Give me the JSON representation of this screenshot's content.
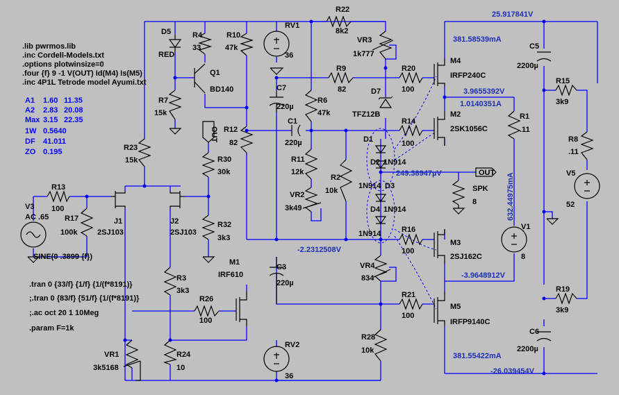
{
  "directives": [
    ".lib pwrmos.lib",
    ".inc Cordell-Models.txt",
    ".options plotwinsize=0",
    ".four {f} 9 -1 V(OUT) Id(M4) Is(M5)",
    ".inc 4P1L Tetrode model Ayumi.txt"
  ],
  "results": [
    {
      "label": "A1",
      "v1": "1.60",
      "v2": "11.35"
    },
    {
      "label": "A2",
      "v1": "2.83",
      "v2": "20.08"
    },
    {
      "label": "Max",
      "v1": "3.15",
      "v2": "22.35"
    }
  ],
  "metrics": [
    {
      "label": "1W",
      "value": "0.5640"
    },
    {
      "label": "DF",
      "value": "41.011"
    },
    {
      "label": "ZO",
      "value": "0.195"
    }
  ],
  "sim_directives": [
    ".tran 0 {33/f} {1/f} {1/(f*8191)}",
    ";.tran 0 {83/f} {51/f} {1/(f*8191)}",
    ";.ac oct 20 1 10Meg",
    ".param F=1k"
  ],
  "source_v3": {
    "name": "V3",
    "dc": "AC .65",
    "sine": "SINE(0 .3899 {f})"
  },
  "components": [
    {
      "name": "D5",
      "value": "RED"
    },
    {
      "name": "R4",
      "value": "33"
    },
    {
      "name": "R10",
      "value": "47k"
    },
    {
      "name": "RV1",
      "value": "36"
    },
    {
      "name": "R22",
      "value": "8k2"
    },
    {
      "name": "VR3",
      "value": "1k777"
    },
    {
      "name": "Q1",
      "value": "BD140"
    },
    {
      "name": "R7",
      "value": "15k"
    },
    {
      "name": "R9",
      "value": "82"
    },
    {
      "name": "R20",
      "value": "100"
    },
    {
      "name": "M4",
      "value": "IRFP240C"
    },
    {
      "name": "C7",
      "value": "220µ"
    },
    {
      "name": "R6",
      "value": "47k"
    },
    {
      "name": "D7",
      "value": "TFZ12B"
    },
    {
      "name": "R12",
      "value": "82"
    },
    {
      "name": "C1",
      "value": "220µ"
    },
    {
      "name": "R14",
      "value": "100"
    },
    {
      "name": "M2",
      "value": "2SK1056C"
    },
    {
      "name": "R23",
      "value": "15k"
    },
    {
      "name": "R30",
      "value": "30k"
    },
    {
      "name": "R11",
      "value": "12k"
    },
    {
      "name": "D1",
      "value": "1N914"
    },
    {
      "name": "D2",
      "value": "1N914"
    },
    {
      "name": "D3",
      "value": "1N914"
    },
    {
      "name": "D4",
      "value": "1N914"
    },
    {
      "name": "R2",
      "value": "10k"
    },
    {
      "name": "VR2",
      "value": "3k49"
    },
    {
      "name": "R13",
      "value": "100"
    },
    {
      "name": "R17",
      "value": "100k"
    },
    {
      "name": "J1",
      "value": "2SJ103"
    },
    {
      "name": "J2",
      "value": "2SJ103"
    },
    {
      "name": "R32",
      "value": "3k3"
    },
    {
      "name": "R16",
      "value": "100"
    },
    {
      "name": "M3",
      "value": "2SJ162C"
    },
    {
      "name": "V1",
      "value": "8"
    },
    {
      "name": "M1",
      "value": "IRF610"
    },
    {
      "name": "C3",
      "value": "220µ"
    },
    {
      "name": "VR4",
      "value": "834"
    },
    {
      "name": "R3",
      "value": "3k3"
    },
    {
      "name": "R26",
      "value": "100"
    },
    {
      "name": "R21",
      "value": "100"
    },
    {
      "name": "M5",
      "value": "IRFP9140C"
    },
    {
      "name": "R28",
      "value": "10k"
    },
    {
      "name": "VR1",
      "value": "3k5168"
    },
    {
      "name": "R24",
      "value": "10"
    },
    {
      "name": "RV2",
      "value": "36"
    },
    {
      "name": "C5",
      "value": "2200µ"
    },
    {
      "name": "R15",
      "value": "3k9"
    },
    {
      "name": "R1",
      "value": ".11"
    },
    {
      "name": "R8",
      "value": ".11"
    },
    {
      "name": "V5",
      "value": "52"
    },
    {
      "name": "R19",
      "value": "3k9"
    },
    {
      "name": "C6",
      "value": "2200µ"
    },
    {
      "name": "SPK",
      "value": "8"
    }
  ],
  "probes": {
    "top_rail": "25.917841V",
    "m4_current": "381.58539mA",
    "m2_source_v": "3.9655392V",
    "m2_current": "1.0140351A",
    "out_v": "249.38947µV",
    "out_current": "632.44975mA",
    "bias_v": "-2.2312508V",
    "m3_v": "-3.9648912V",
    "m5_current": "381.55422mA",
    "bottom_rail": "-26.039454V"
  },
  "ports": {
    "out_top": "OUT",
    "out_right": "OUT"
  },
  "colors": {
    "background": "#c0c0c0",
    "wire": "#0000ff",
    "component": "#000000",
    "probe_text": "#1d2fb3"
  }
}
